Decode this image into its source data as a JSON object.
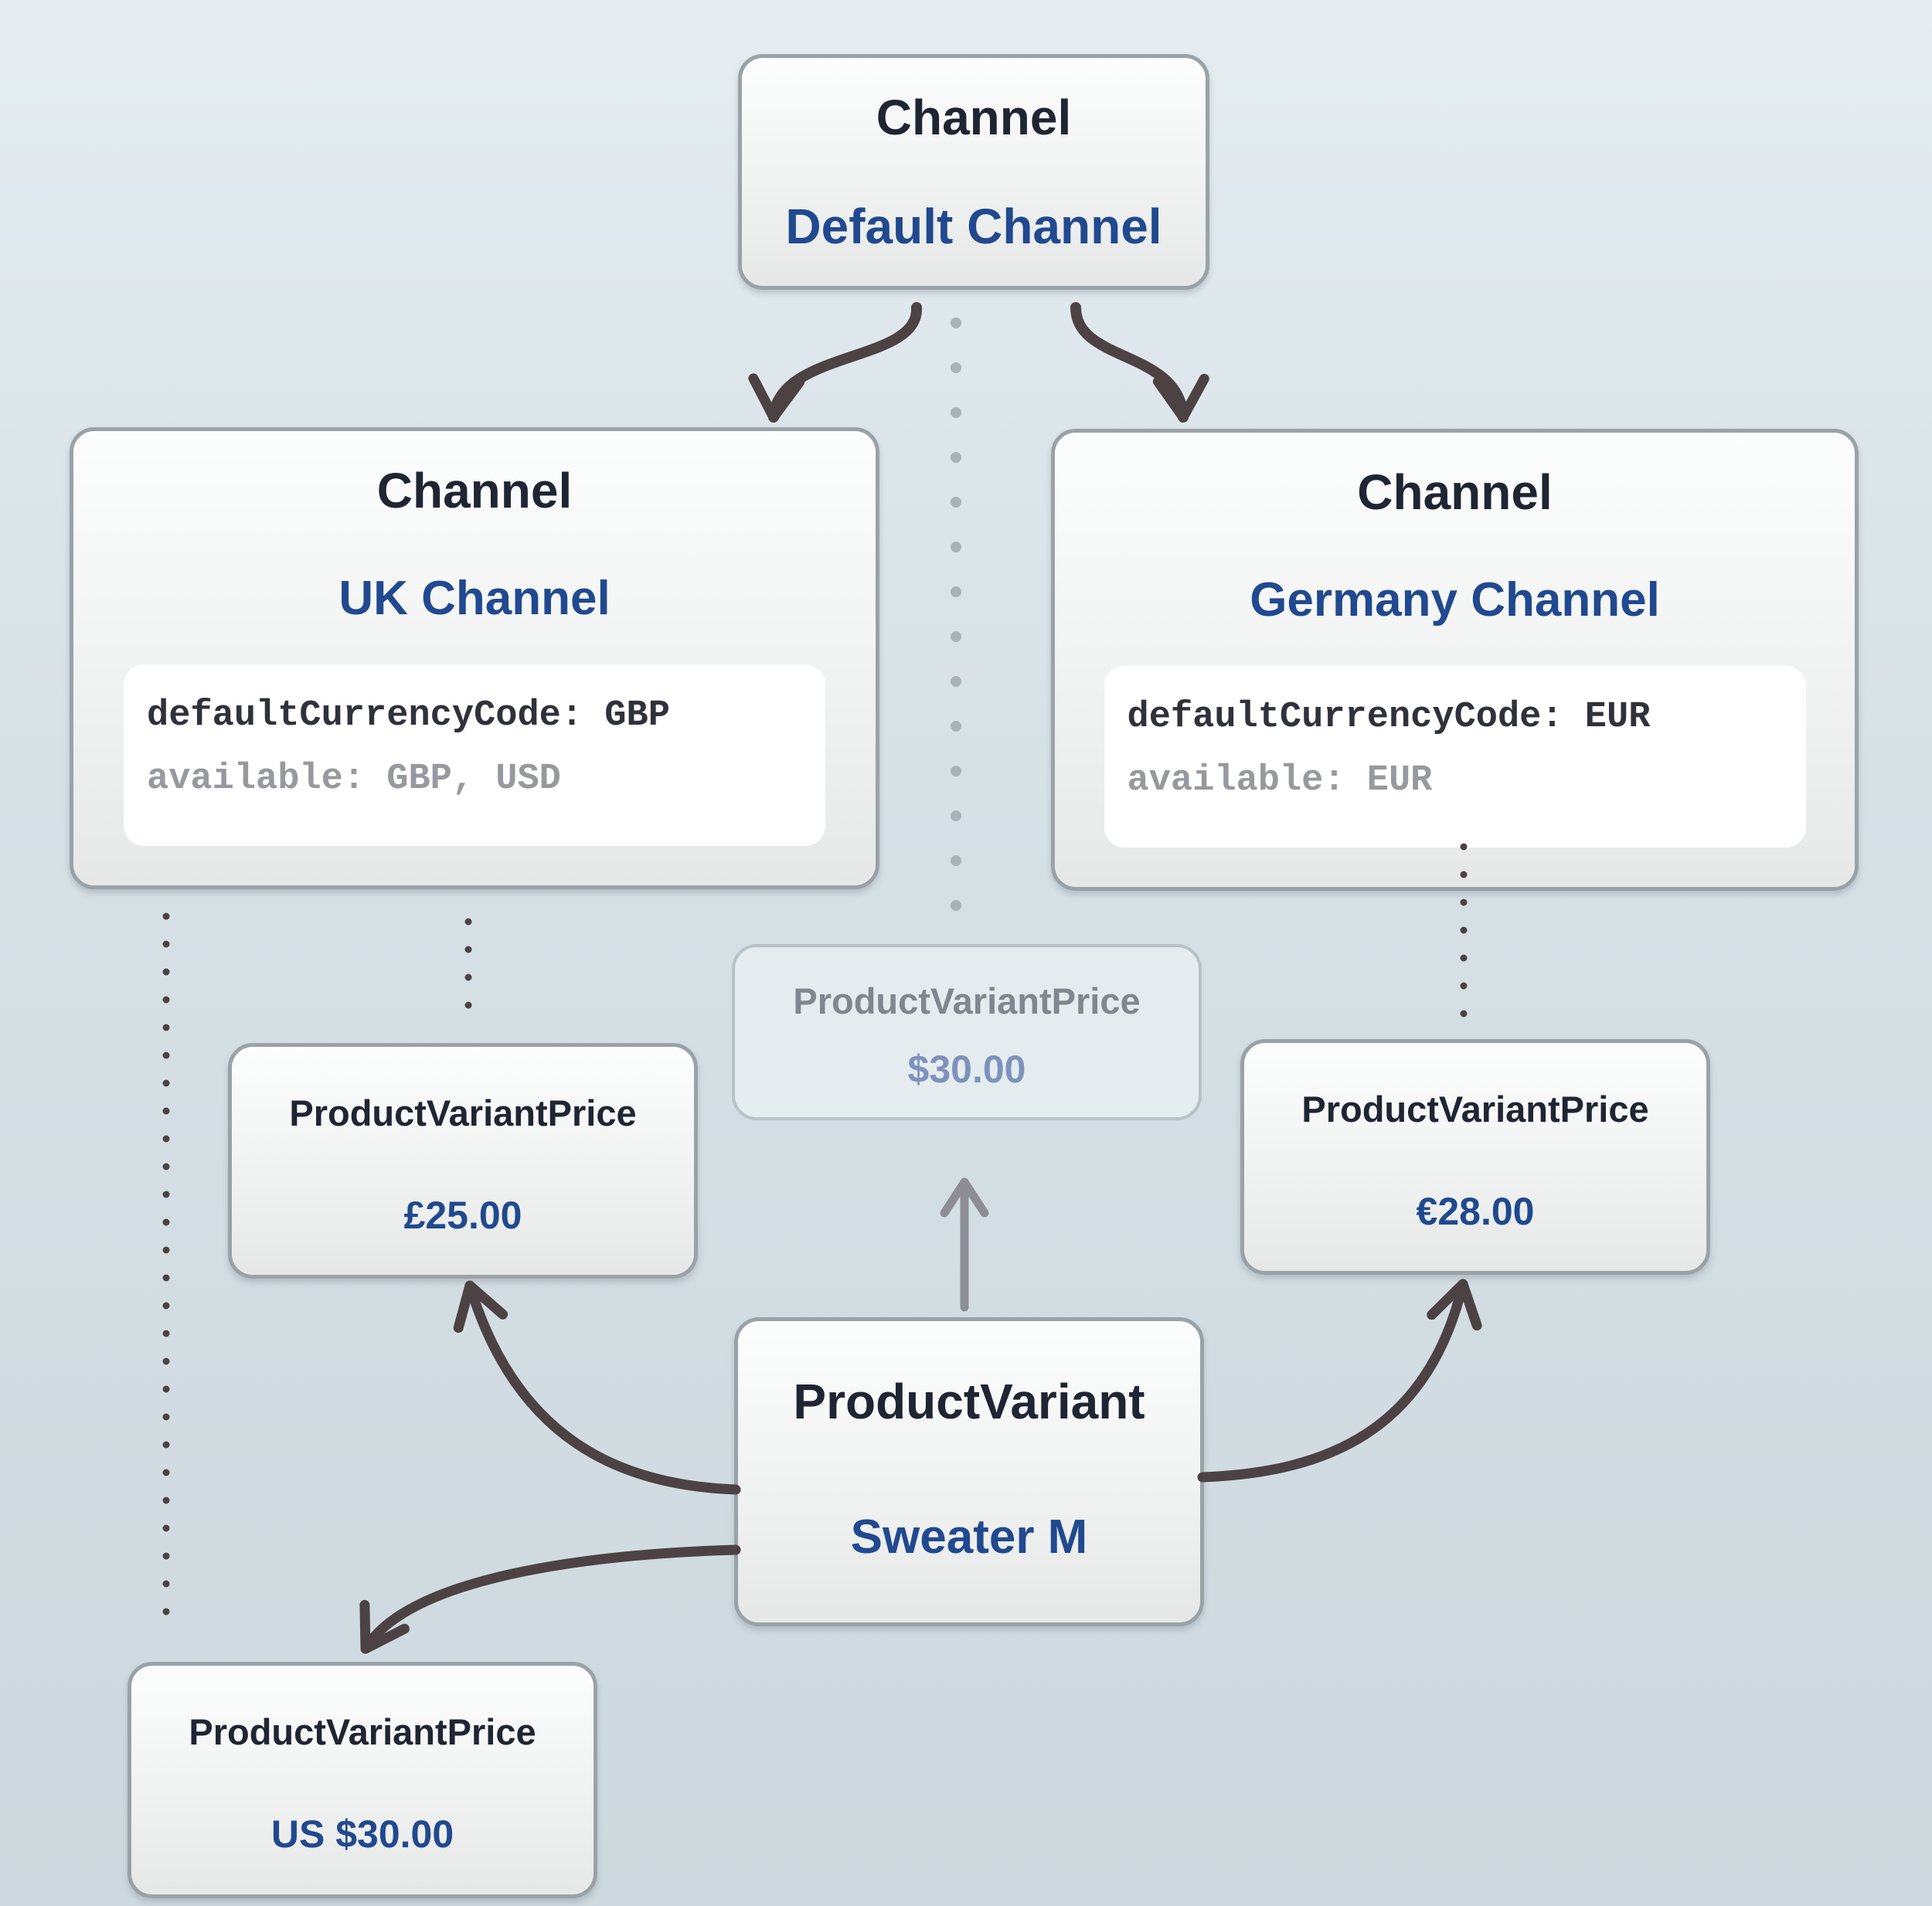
{
  "colors": {
    "background_top": "#e5edf0",
    "background_bottom": "#cdd9de",
    "node_border": "#99a3a7",
    "node_fill_top": "#fcfdfd",
    "node_fill_bottom": "#e6e8e8",
    "title_dark": "#1f2532",
    "accent_blue": "#21498f",
    "code_text_dark": "#30323b",
    "code_text_gray": "#97999e",
    "arrow_dark": "#4d4243",
    "arrow_gray": "#8d8d96",
    "dot_light_gray": "#a8b2b8",
    "dot_dark": "#4d4243",
    "ghost_border": "#b9c2c8",
    "ghost_title": "#81878e",
    "ghost_blue": "#7e92bb"
  },
  "diagram": {
    "default_channel": {
      "type_label": "Channel",
      "name_label": "Default Channel"
    },
    "uk_channel": {
      "type_label": "Channel",
      "name_label": "UK Channel",
      "code_line1": "defaultCurrencyCode: GBP",
      "code_line2": "available: GBP, USD"
    },
    "germany_channel": {
      "type_label": "Channel",
      "name_label": "Germany Channel",
      "code_line1": "defaultCurrencyCode: EUR",
      "code_line2": "available: EUR"
    },
    "price_default": {
      "type_label": "ProductVariantPrice",
      "value_label": "$30.00"
    },
    "price_uk": {
      "type_label": "ProductVariantPrice",
      "value_label": "£25.00"
    },
    "price_germany": {
      "type_label": "ProductVariantPrice",
      "value_label": "€28.00"
    },
    "product_variant": {
      "type_label": "ProductVariant",
      "name_label": "Sweater M"
    },
    "price_us": {
      "type_label": "ProductVariantPrice",
      "value_label": "US $30.00"
    }
  }
}
